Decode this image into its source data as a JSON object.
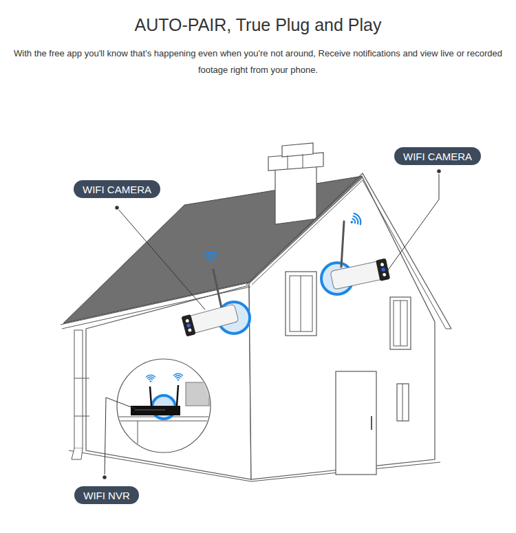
{
  "diagram": {
    "title": "AUTO-PAIR, True Plug and Play",
    "nodes": [
      {
        "text": [
          "WIFI CAMERA"
        ]
      },
      {
        "text": [
          "WIFI CAMERA"
        ]
      },
      {
        "text": [
          "WIFI NVR"
        ]
      }
    ],
    "labels": [
      "With the free app you'll know that's happening even when you're not around, Receive notifications and view live or recorded footage right from your phone."
    ]
  }
}
